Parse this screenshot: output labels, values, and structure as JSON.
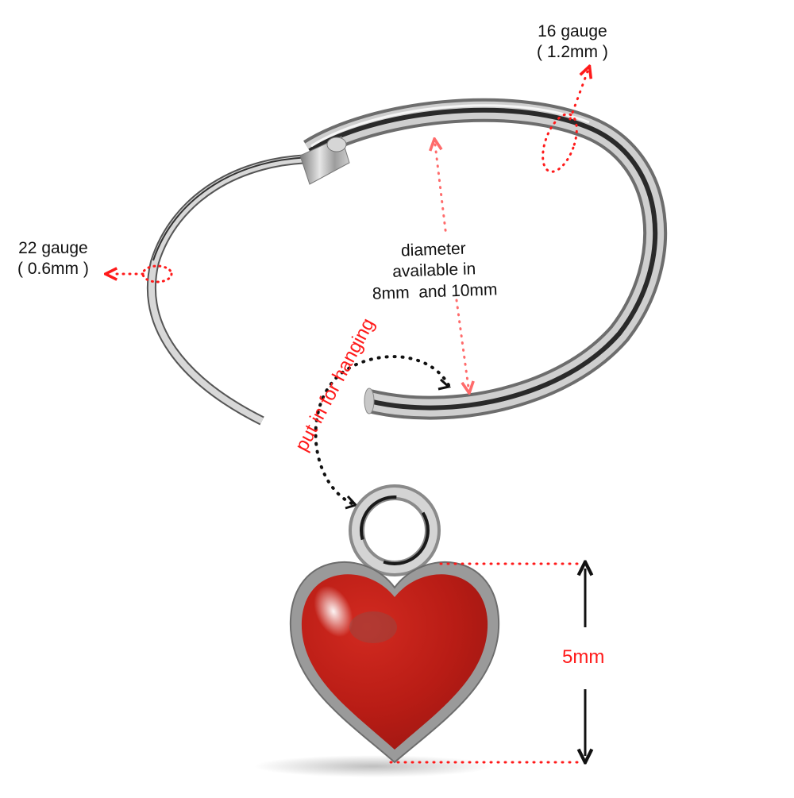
{
  "annotations": {
    "thick_gauge": {
      "line1": "16 gauge",
      "line2": "( 1.2mm )"
    },
    "thin_gauge": {
      "line1": "22 gauge",
      "line2": "( 0.6mm )"
    },
    "diameter": {
      "line1": "diameter",
      "line2": "available in",
      "line3": "8mm  and 10mm"
    },
    "hanging_instruction": "put in for hanging",
    "charm_height": "5mm"
  },
  "product": {
    "hoop": {
      "type": "hinged hoop earring",
      "finish": "polished silver"
    },
    "charm": {
      "shape": "heart",
      "color": "#c0201a",
      "bezel": "silver"
    }
  },
  "colors": {
    "annotation_red": "#ff1a1a",
    "diameter_pink": "#ff6b6b",
    "arrow_black": "#111111",
    "charm_red": "#c0201a",
    "metal_silver": "#bfbfbf"
  }
}
